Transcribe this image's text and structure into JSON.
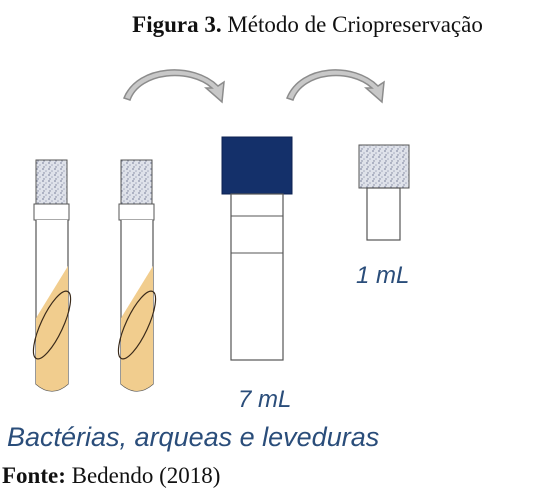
{
  "figure": {
    "label": "Figura 3.",
    "title": "Método de Criopreservação"
  },
  "labels": {
    "vial_large": "7 mL",
    "vial_small": "1 mL",
    "organisms": "Bactérias, arqueas e leveduras"
  },
  "source": {
    "label": "Fonte:",
    "text": "Bedendo (2018)"
  },
  "colors": {
    "agar": "#f1cd8e",
    "cap_dark": "#14306a",
    "cap_speckled": "#d7dbe6",
    "label_text": "#2a4d7a",
    "arrow": "#9a9a9a"
  }
}
